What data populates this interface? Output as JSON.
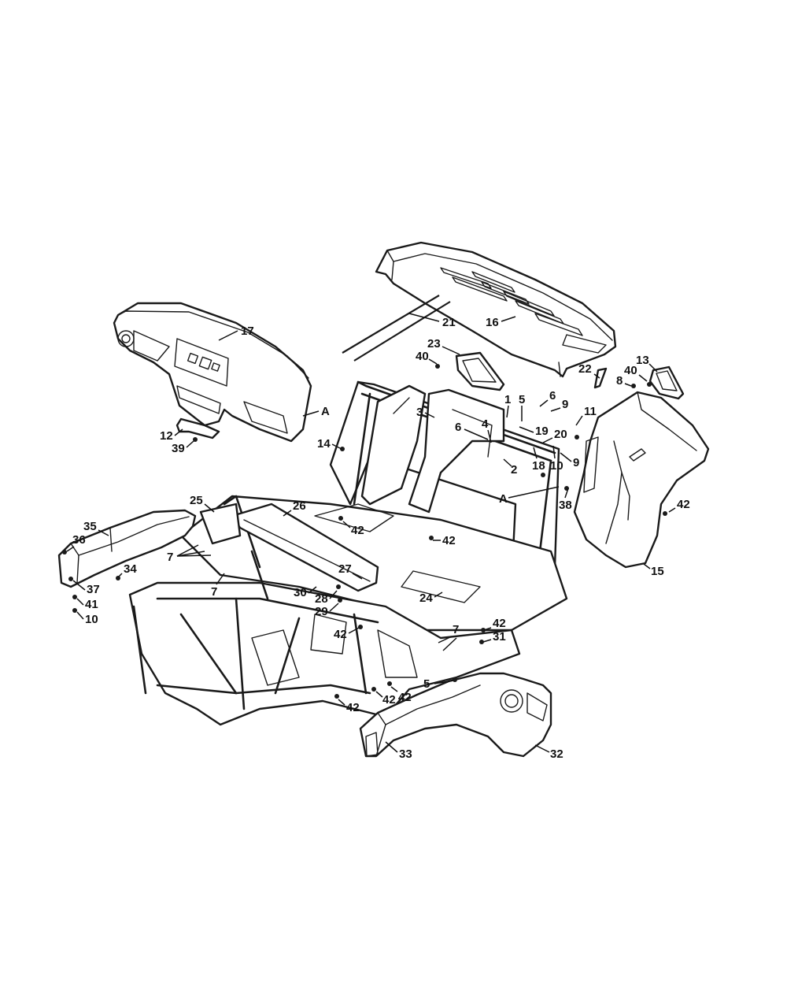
{
  "diagram": {
    "callouts": [
      {
        "id": "c17",
        "label": "17"
      },
      {
        "id": "c21",
        "label": "21"
      },
      {
        "id": "c16",
        "label": "16"
      },
      {
        "id": "c23",
        "label": "23"
      },
      {
        "id": "c40a",
        "label": "40"
      },
      {
        "id": "c22",
        "label": "22"
      },
      {
        "id": "c13",
        "label": "13"
      },
      {
        "id": "c40b",
        "label": "40"
      },
      {
        "id": "c8",
        "label": "8"
      },
      {
        "id": "cA1",
        "label": "A"
      },
      {
        "id": "c12",
        "label": "12"
      },
      {
        "id": "c39",
        "label": "39"
      },
      {
        "id": "c14",
        "label": "14"
      },
      {
        "id": "c3",
        "label": "3"
      },
      {
        "id": "c1",
        "label": "1"
      },
      {
        "id": "c5a",
        "label": "5"
      },
      {
        "id": "c6a",
        "label": "6"
      },
      {
        "id": "c9a",
        "label": "9"
      },
      {
        "id": "c11",
        "label": "11"
      },
      {
        "id": "c6b",
        "label": "6"
      },
      {
        "id": "c4",
        "label": "4"
      },
      {
        "id": "c19",
        "label": "19"
      },
      {
        "id": "c20",
        "label": "20"
      },
      {
        "id": "c18",
        "label": "18"
      },
      {
        "id": "c10a",
        "label": "10"
      },
      {
        "id": "c9b",
        "label": "9"
      },
      {
        "id": "c2",
        "label": "2"
      },
      {
        "id": "cA2",
        "label": "A"
      },
      {
        "id": "c38",
        "label": "38"
      },
      {
        "id": "c42a",
        "label": "42"
      },
      {
        "id": "c15",
        "label": "15"
      },
      {
        "id": "c25",
        "label": "25"
      },
      {
        "id": "c26",
        "label": "26"
      },
      {
        "id": "c42b",
        "label": "42"
      },
      {
        "id": "c42c",
        "label": "42"
      },
      {
        "id": "c35",
        "label": "35"
      },
      {
        "id": "c36",
        "label": "36"
      },
      {
        "id": "c7a",
        "label": "7"
      },
      {
        "id": "c34",
        "label": "34"
      },
      {
        "id": "c37",
        "label": "37"
      },
      {
        "id": "c41",
        "label": "41"
      },
      {
        "id": "c10b",
        "label": "10"
      },
      {
        "id": "c7b",
        "label": "7"
      },
      {
        "id": "c27",
        "label": "27"
      },
      {
        "id": "c30",
        "label": "30"
      },
      {
        "id": "c28",
        "label": "28"
      },
      {
        "id": "c29",
        "label": "29"
      },
      {
        "id": "c24",
        "label": "24"
      },
      {
        "id": "c42d",
        "label": "42"
      },
      {
        "id": "c42e",
        "label": "42"
      },
      {
        "id": "c7c",
        "label": "7"
      },
      {
        "id": "c31",
        "label": "31"
      },
      {
        "id": "c5b",
        "label": "5"
      },
      {
        "id": "c42f",
        "label": "42"
      },
      {
        "id": "c42g",
        "label": "42"
      },
      {
        "id": "c42h",
        "label": "42"
      },
      {
        "id": "c33",
        "label": "33"
      },
      {
        "id": "c32",
        "label": "32"
      }
    ]
  }
}
